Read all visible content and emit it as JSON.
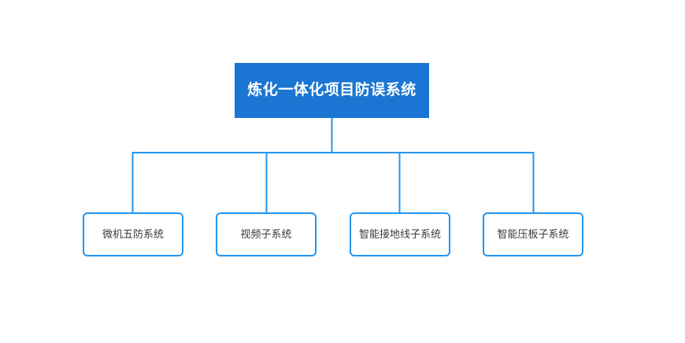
{
  "diagram": {
    "type": "organization-tree",
    "title": "炼化一体化项目防误系统",
    "background_color": "#ffffff",
    "root": {
      "label": "炼化一体化项目防误系统",
      "fill_color": "#1a76d2",
      "text_color": "#ffffff"
    },
    "connector": {
      "color": "#2196f3",
      "stroke_width": 2
    },
    "children": [
      {
        "label": "微机五防系统",
        "border_color": "#2196f3",
        "fill_color": "#ffffff",
        "text_color": "#3a3a3a"
      },
      {
        "label": "视频子系统",
        "border_color": "#2196f3",
        "fill_color": "#ffffff",
        "text_color": "#3a3a3a"
      },
      {
        "label": "智能接地线子系统",
        "border_color": "#2196f3",
        "fill_color": "#ffffff",
        "text_color": "#3a3a3a"
      },
      {
        "label": "智能压板子系统",
        "border_color": "#2196f3",
        "fill_color": "#ffffff",
        "text_color": "#3a3a3a"
      }
    ]
  }
}
